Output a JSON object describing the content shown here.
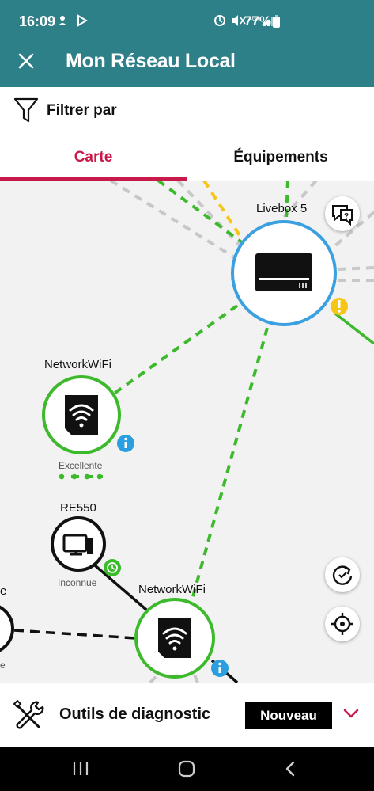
{
  "status_bar": {
    "time": "16:09",
    "battery": "77%"
  },
  "toolbar": {
    "title": "Mon Réseau Local"
  },
  "filter": {
    "label": "Filtrer par"
  },
  "tabs": [
    {
      "label": "Carte",
      "active": true
    },
    {
      "label": "Équipements",
      "active": false
    }
  ],
  "map": {
    "nodes": {
      "livebox": {
        "label": "Livebox 5"
      },
      "networkwifi_1": {
        "label": "NetworkWiFi",
        "quality": "Excellente"
      },
      "re550": {
        "label": "RE550",
        "quality": "Inconnue"
      },
      "networkwifi_2": {
        "label": "NetworkWiFi"
      },
      "left_partial": {
        "label": "e",
        "sub": "e"
      }
    },
    "colors": {
      "accent": "#c8194a",
      "teal": "#2d7f88",
      "livebox_ring": "#3aa0e0",
      "good": "#3cba2c",
      "warning": "#f5c518",
      "info": "#2a9fe0"
    }
  },
  "diagnostic": {
    "label": "Outils de diagnostic",
    "badge": "Nouveau"
  }
}
